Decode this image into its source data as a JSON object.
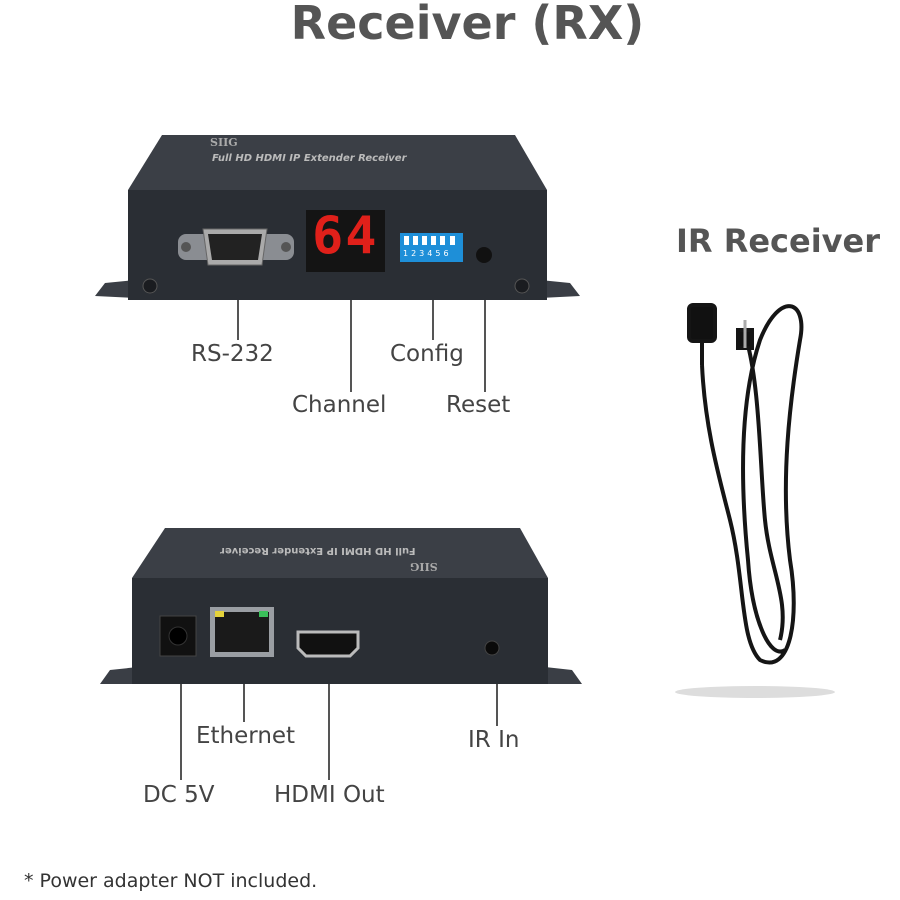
{
  "title": "Receiver (RX)",
  "ir_receiver_title": "IR Receiver",
  "front_panel": {
    "brand": "SIIG",
    "product_name": "Full HD HDMI IP Extender Receiver",
    "channel_display": "64",
    "dip_switch_numbers": "123456",
    "labels": {
      "rs232": "RS-232",
      "channel": "Channel",
      "config": "Config",
      "reset": "Reset"
    }
  },
  "rear_panel": {
    "brand": "SIIG",
    "product_name": "Full HD HDMI IP Extender Receiver",
    "labels": {
      "dc": "DC 5V",
      "ethernet": "Ethernet",
      "hdmi": "HDMI Out",
      "ir_in": "IR In"
    }
  },
  "footnote": "* Power adapter NOT included.",
  "colors": {
    "device_body": "#2b2f36",
    "display_red": "#e0201a",
    "dip_blue": "#1e8fd8",
    "text": "#444444"
  }
}
